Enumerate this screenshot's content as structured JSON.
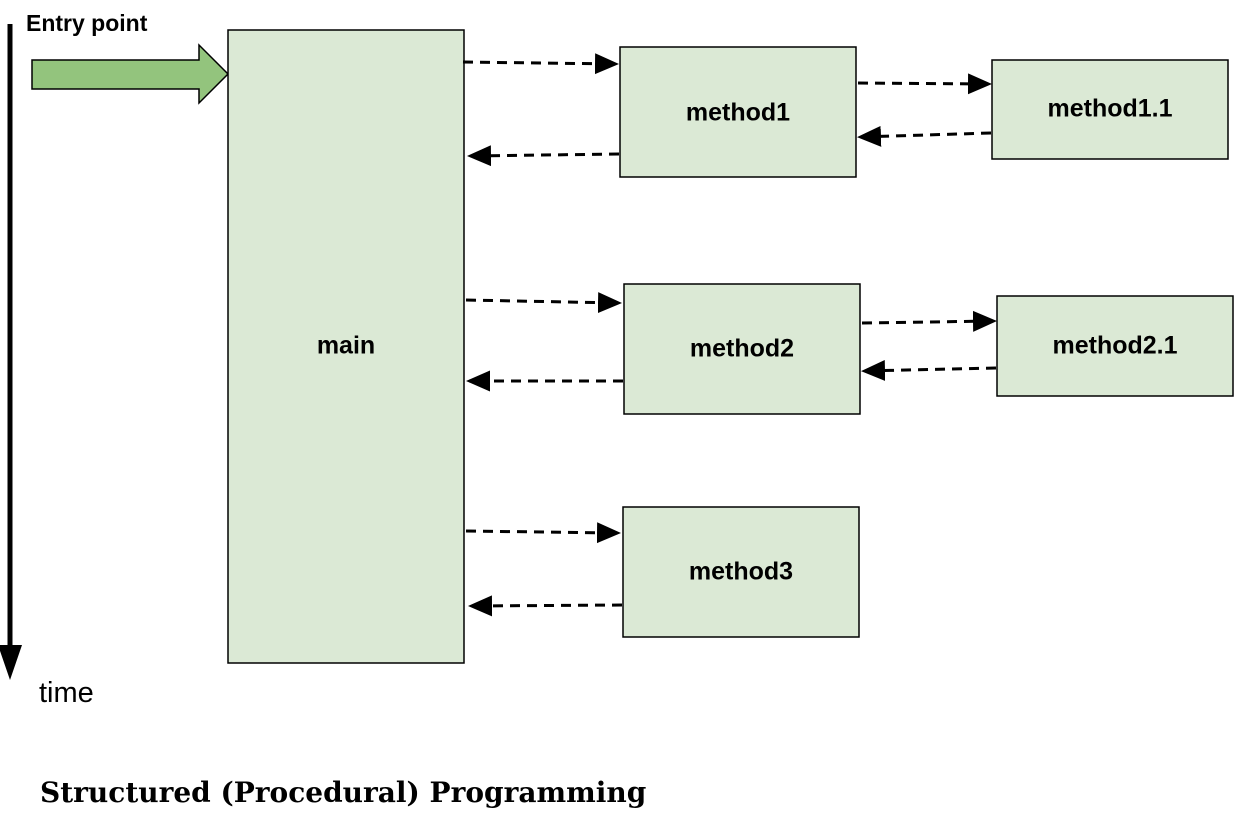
{
  "diagram": {
    "entry_label": "Entry point",
    "time_label": "time",
    "caption": "Structured (Procedural) Programming",
    "colors": {
      "box_fill": "#dbe9d5",
      "entry_arrow_fill": "#93c47d",
      "line": "#000000"
    },
    "boxes": {
      "main": "main",
      "method1": "method1",
      "method1_1": "method1.1",
      "method2": "method2",
      "method2_1": "method2.1",
      "method3": "method3"
    },
    "calls": [
      {
        "from": "main",
        "to": "method1"
      },
      {
        "from": "method1",
        "to": "main"
      },
      {
        "from": "method1",
        "to": "method1.1"
      },
      {
        "from": "method1.1",
        "to": "method1"
      },
      {
        "from": "main",
        "to": "method2"
      },
      {
        "from": "method2",
        "to": "main"
      },
      {
        "from": "method2",
        "to": "method2.1"
      },
      {
        "from": "method2.1",
        "to": "method2"
      },
      {
        "from": "main",
        "to": "method3"
      },
      {
        "from": "method3",
        "to": "main"
      }
    ]
  }
}
